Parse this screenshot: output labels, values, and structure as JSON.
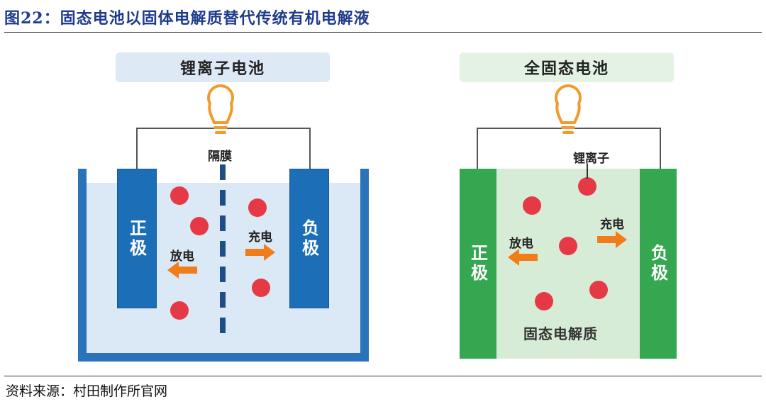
{
  "figure": {
    "title": "图22：固态电池以固体电解质替代传统有机电解液",
    "source": "资料来源：村田制作所官网"
  },
  "li_ion": {
    "title": "锂离子电池",
    "separator_label": "隔膜",
    "cathode_label": "正极",
    "anode_label": "负极",
    "discharge_label": "放电",
    "charge_label": "充电"
  },
  "solid_state": {
    "title": "全固态电池",
    "ion_label": "锂离子",
    "cathode_label": "正极",
    "anode_label": "负极",
    "discharge_label": "放电",
    "charge_label": "充电",
    "electrolyte_label": "固态电解质"
  },
  "colors": {
    "li_electrode": "#1c6fb7",
    "ss_electrode": "#35a751",
    "ion": "#e63946",
    "arrow": "#f07d1a",
    "bulb": "#f39a2e"
  },
  "icons": [
    "lightbulb-icon",
    "arrow-left-icon",
    "arrow-right-icon"
  ]
}
